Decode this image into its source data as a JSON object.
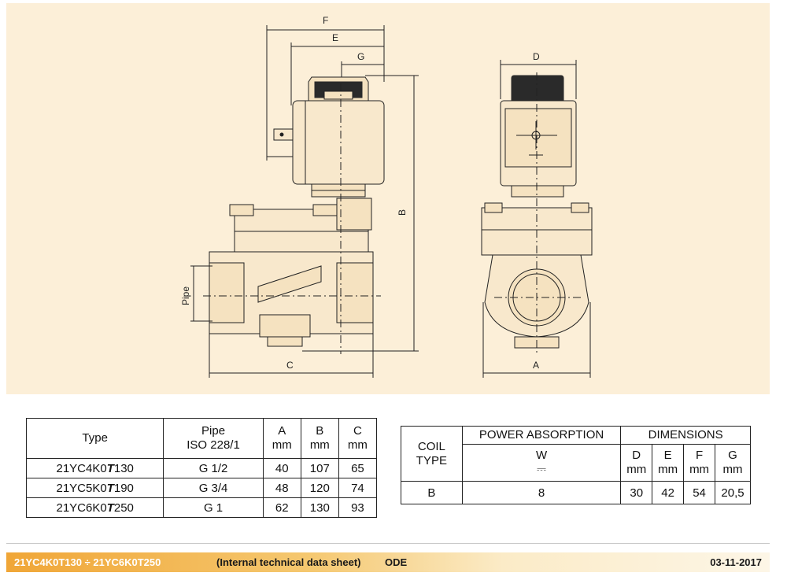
{
  "drawing": {
    "dim_labels": {
      "F": "F",
      "E": "E",
      "G": "G",
      "D": "D",
      "B": "B",
      "C": "C",
      "A": "A",
      "pipe": "Pipe"
    }
  },
  "table_main": {
    "headers": {
      "type": "Type",
      "pipe": "Pipe",
      "pipe_std": "ISO 228/1",
      "a": "A",
      "b": "B",
      "c": "C",
      "unit": "mm"
    },
    "rows": [
      {
        "pre": "21YC4K0",
        "it": "T",
        "post": "130",
        "pipe": "G 1/2",
        "a": "40",
        "b": "107",
        "c": "65"
      },
      {
        "pre": "21YC5K0",
        "it": "T",
        "post": "190",
        "pipe": "G 3/4",
        "a": "48",
        "b": "120",
        "c": "74"
      },
      {
        "pre": "21YC6K0",
        "it": "T",
        "post": "250",
        "pipe": "G 1",
        "a": "62",
        "b": "130",
        "c": "93"
      }
    ]
  },
  "table_coil": {
    "coil_type_1": "COIL",
    "coil_type_2": "TYPE",
    "power_absorption": "POWER ABSORPTION",
    "dimensions": "DIMENSIONS",
    "w": "W",
    "dc_symbol": "⎓",
    "d": "D",
    "e": "E",
    "f": "F",
    "g": "G",
    "unit": "mm",
    "row": {
      "type": "B",
      "power": "8",
      "d": "30",
      "e": "42",
      "f": "54",
      "g": "20,5"
    }
  },
  "footer": {
    "code": "21YC4K0T130 ÷ 21YC6K0T250",
    "note": "(Internal technical data sheet)",
    "brand": "ODE",
    "date": "03-11-2017"
  },
  "colors": {
    "panel_bg": "#fcefd8",
    "band_start": "#f0a637",
    "band_end": "#fdf6e7"
  }
}
